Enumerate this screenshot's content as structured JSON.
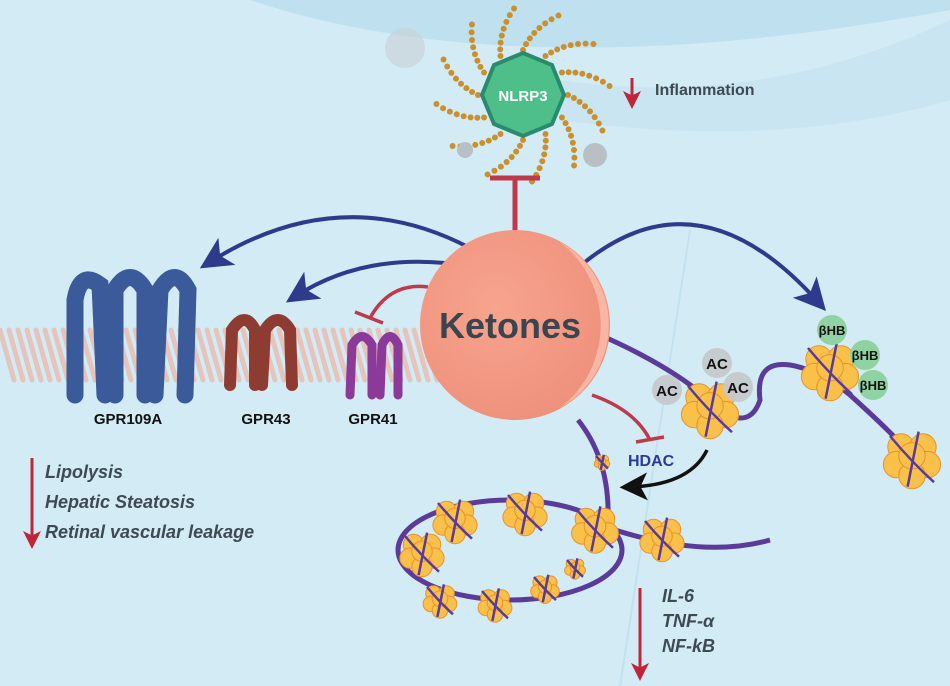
{
  "center": {
    "label": "Ketones"
  },
  "inflammasome": {
    "label": "NLRP3"
  },
  "inflammation": {
    "label": "Inflammation",
    "direction": "down"
  },
  "receptors": [
    {
      "label": "GPR109A",
      "color": "#3a5a9a"
    },
    {
      "label": "GPR43",
      "color": "#8e3b32"
    },
    {
      "label": "GPR41",
      "color": "#8b3a9a"
    }
  ],
  "left_effects": {
    "direction": "down",
    "items": [
      "Lipolysis",
      "Hepatic Steatosis",
      "Retinal vascular leakage"
    ]
  },
  "hdac": {
    "label": "HDAC"
  },
  "acetyl_marks": [
    "AC",
    "AC",
    "AC"
  ],
  "bhb_marks": [
    "βHB",
    "βHB",
    "βHB"
  ],
  "cytokines": {
    "direction": "down",
    "items": [
      "IL-6",
      "TNF-α",
      "NF-kB"
    ]
  },
  "colors": {
    "background": "#d3ebf5",
    "ketones": "#f4a08a",
    "arrow_blue": "#2e3a8c",
    "inhibit_red": "#c0394b",
    "dna": "#5b3a9a",
    "nucleosome": "#f9c04a",
    "nlrp3": "#4fbf8a"
  }
}
